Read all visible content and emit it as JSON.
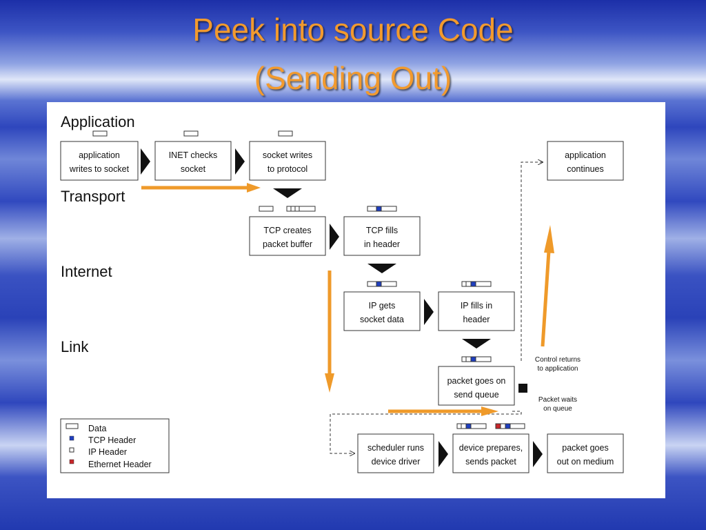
{
  "slide": {
    "title_line1": "Peek into source Code",
    "title_line2": "(Sending Out)"
  },
  "colors": {
    "title": "#f29a2e",
    "arrow": "#ef9a2a",
    "tcp_header": "#1f3fbf",
    "ethernet_header": "#c8262a"
  },
  "layers": [
    "Application",
    "Transport",
    "Internet",
    "Link"
  ],
  "boxes": {
    "app_writes": [
      "application",
      "writes to socket"
    ],
    "inet_checks": [
      "INET checks",
      "socket"
    ],
    "socket_writes": [
      "socket writes",
      "to protocol"
    ],
    "app_continues": [
      "application",
      "continues"
    ],
    "tcp_creates": [
      "TCP creates",
      "packet buffer"
    ],
    "tcp_fills": [
      "TCP fills",
      "in header"
    ],
    "ip_gets": [
      "IP gets",
      "socket data"
    ],
    "ip_fills": [
      "IP fills in",
      "header"
    ],
    "send_queue": [
      "packet goes on",
      "send queue"
    ],
    "scheduler": [
      "scheduler runs",
      "device driver"
    ],
    "device": [
      "device prepares,",
      "sends packet"
    ],
    "out_medium": [
      "packet goes",
      "out on medium"
    ]
  },
  "annotations": {
    "control_returns": [
      "Control returns",
      "to application"
    ],
    "packet_waits": [
      "Packet waits",
      "on queue"
    ]
  },
  "legend": [
    "Data",
    "TCP Header",
    "IP Header",
    "Ethernet Header"
  ]
}
